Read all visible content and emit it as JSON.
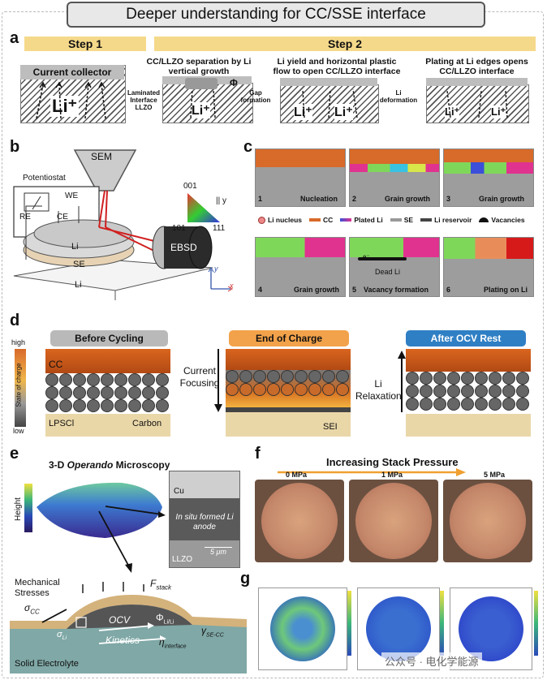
{
  "title": "Deeper understanding for CC/SSE interface",
  "panels": {
    "a": {
      "letter": "a",
      "step1": "Step 1",
      "step2": "Step 2",
      "current_collector": "Current collector",
      "laminated_interface": "Laminated Interface",
      "llzo": "LLZO",
      "li_plus": "Li⁺",
      "sub1": "CC/LLZO separation by Li vertical growth",
      "sub2": "Li yield and horizontal plastic flow to open CC/LLZO interface",
      "sub3": "Plating at Li edges opens CC/LLZO interface",
      "gap_formation": "Gap formation",
      "li_deformation": "Li deformation",
      "phi": "Φ"
    },
    "b": {
      "letter": "b",
      "sem": "SEM",
      "potentiostat": "Potentiostat",
      "we": "WE",
      "re": "RE",
      "ce": "CE",
      "li_top": "Li",
      "se": "SE",
      "li_bottom": "Li",
      "ebsd": "EBSD",
      "tri_top": "001",
      "tri_left": "101",
      "tri_right": "111",
      "tri_axis": "|| y",
      "axis_y": "y",
      "axis_x": "x"
    },
    "c": {
      "letter": "c",
      "frames": [
        {
          "num": "1",
          "label": "Nucleation"
        },
        {
          "num": "2",
          "label": "Grain growth"
        },
        {
          "num": "3",
          "label": "Grain growth"
        },
        {
          "num": "4",
          "label": "Grain growth"
        },
        {
          "num": "5",
          "label": "Vacancy formation"
        },
        {
          "num": "6",
          "label": "Plating on Li"
        }
      ],
      "legend": [
        "Li nucleus",
        "CC",
        "Plated Li",
        "SE",
        "Li reservoir",
        "Vacancies"
      ],
      "e_minus": "e⁻",
      "dead_li": "Dead Li"
    },
    "d": {
      "letter": "d",
      "soc_high": "high",
      "soc_low": "low",
      "soc_label": "State of charge",
      "before": "Before Cycling",
      "end": "End of Charge",
      "after": "After OCV Rest",
      "cc": "CC",
      "lpscl": "LPSCl",
      "carbon": "Carbon",
      "current_focusing": "Current Focusing",
      "sei": "SEI",
      "li_relaxation": "Li Relaxation"
    },
    "e": {
      "letter": "e",
      "title_pre": "3-D ",
      "title_em": "Operando",
      "title_post": " Microscopy",
      "height": "Height",
      "cu": "Cu",
      "in_situ": "In situ formed Li anode",
      "llzo": "LLZO",
      "scale": "5 μm",
      "mech": "Mechanical Stresses",
      "f_stack": "F",
      "f_sub": "stack",
      "sigma_cc": "σ",
      "sigma_cc_sub": "CC",
      "sigma_li": "σ",
      "sigma_li_sub": "Li",
      "ocv": "OCV",
      "phi": "Φ",
      "phi_sub": "Li/Li",
      "kinetics": "Kinetics",
      "eta": "η",
      "eta_sub": "interface",
      "gamma": "γ",
      "gamma_sub": "SE-CC",
      "solid_electrolyte": "Solid Electrolyte"
    },
    "f": {
      "letter": "f",
      "title": "Increasing Stack Pressure",
      "pressures": [
        "0 MPa",
        "1 MPa",
        "5 MPa"
      ]
    },
    "g": {
      "letter": "g",
      "watermark": "公众号 · 电化学能源"
    }
  },
  "colors": {
    "cc_orange": "#d2601c",
    "sse_tan": "#ead7a8",
    "step_yellow": "#f5d98a",
    "before_gray": "#b9b9b9",
    "end_orange": "#f2a24a",
    "after_blue": "#2f7fc4",
    "plated_li_magenta": "#e0338f",
    "pressure_arrow": "#f0a030"
  }
}
